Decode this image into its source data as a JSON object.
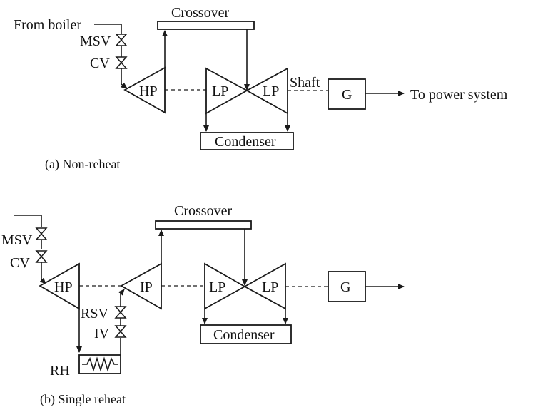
{
  "diagram_a": {
    "from_boiler": "From boiler",
    "msv": "MSV",
    "cv": "CV",
    "crossover": "Crossover",
    "hp": "HP",
    "lp1": "LP",
    "lp2": "LP",
    "shaft": "Shaft",
    "generator": "G",
    "to_power_system": "To power system",
    "condenser": "Condenser",
    "caption": "(a) Non-reheat"
  },
  "diagram_b": {
    "msv": "MSV",
    "cv": "CV",
    "crossover": "Crossover",
    "hp": "HP",
    "ip": "IP",
    "lp1": "LP",
    "lp2": "LP",
    "rsv": "RSV",
    "iv": "IV",
    "rh": "RH",
    "generator": "G",
    "condenser": "Condenser",
    "caption": "(b) Single reheat"
  }
}
